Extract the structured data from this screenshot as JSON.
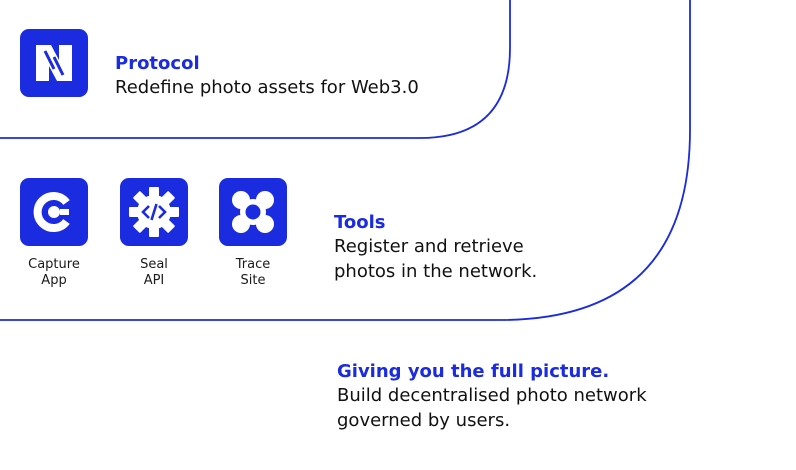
{
  "colors": {
    "brand": "#1a2be0",
    "text": "#111111",
    "background": "#ffffff"
  },
  "protocol": {
    "icon": "numbers-protocol-logo-icon",
    "heading": "Protocol",
    "description": "Redefine photo assets for Web3.0"
  },
  "tools": {
    "heading": "Tools",
    "description": "Register and retrieve\nphotos in the network.",
    "items": [
      {
        "label": "Capture\nApp",
        "icon": "capture-app-icon"
      },
      {
        "label": "Seal\nAPI",
        "icon": "seal-api-gear-icon"
      },
      {
        "label": "Trace\nSite",
        "icon": "trace-site-network-icon"
      }
    ]
  },
  "summary": {
    "heading": "Giving you the full picture.",
    "description": "Build decentralised photo network\ngoverned by users."
  }
}
